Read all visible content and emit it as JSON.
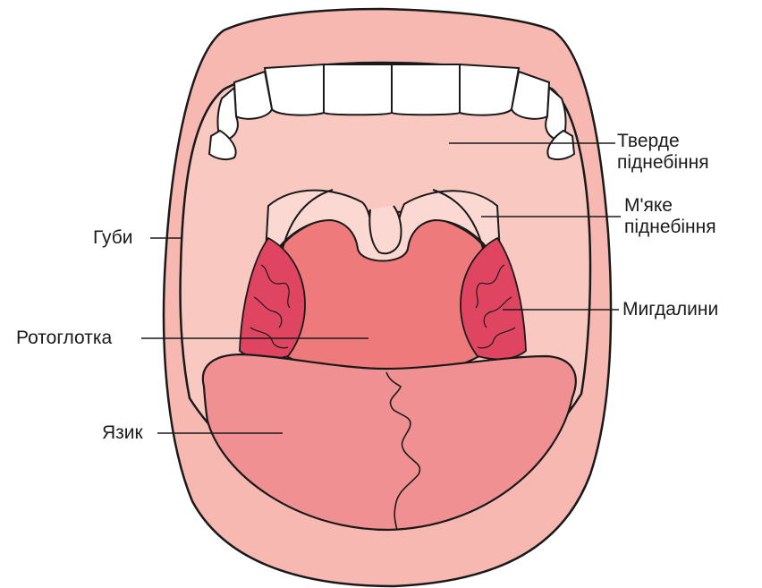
{
  "labels": {
    "hard_palate": [
      "Тверде",
      "піднебіння"
    ],
    "soft_palate": [
      "М'яке",
      "піднебіння"
    ],
    "lips": "Губи",
    "tonsils": "Мигдалини",
    "oropharynx": "Ротоглотка",
    "tongue": "Язик"
  },
  "colors": {
    "lip": "#f6b8b0",
    "mouth_interior": "#f9c9c1",
    "teeth": "#ffffff",
    "pharynx": "#ef7a7c",
    "soft_palate_arch": "#fbd8d2",
    "tonsil": "#df4561",
    "tongue": "#f09092",
    "outline": "#1a1a1a"
  }
}
